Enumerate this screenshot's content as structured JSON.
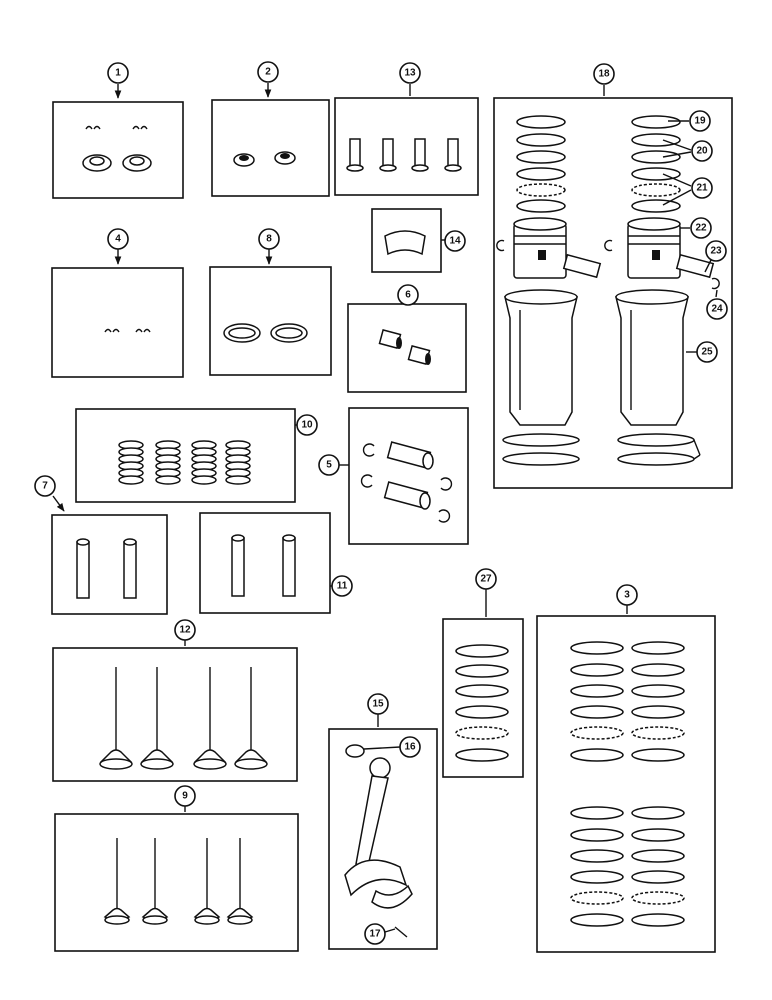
{
  "callouts": {
    "c1": "1",
    "c2": "2",
    "c3": "3",
    "c4": "4",
    "c5": "5",
    "c6": "6",
    "c7": "7",
    "c8": "8",
    "c9": "9",
    "c10": "10",
    "c11": "11",
    "c12": "12",
    "c13": "13",
    "c14": "14",
    "c15": "15",
    "c16": "16",
    "c17": "17",
    "c18": "18",
    "c19": "19",
    "c20": "20",
    "c21": "21",
    "c22": "22",
    "c23": "23",
    "c24": "24",
    "c25": "25",
    "c27": "27"
  }
}
